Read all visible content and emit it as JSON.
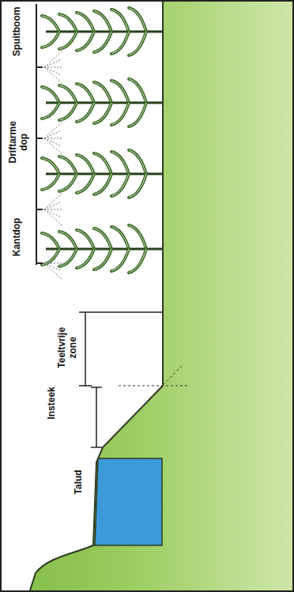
{
  "diagram": {
    "labels": [
      "Spuitboom",
      "Driftarme dop",
      "Kantdop",
      "Teeltvrije zone",
      "Insteek",
      "Talud"
    ]
  }
}
